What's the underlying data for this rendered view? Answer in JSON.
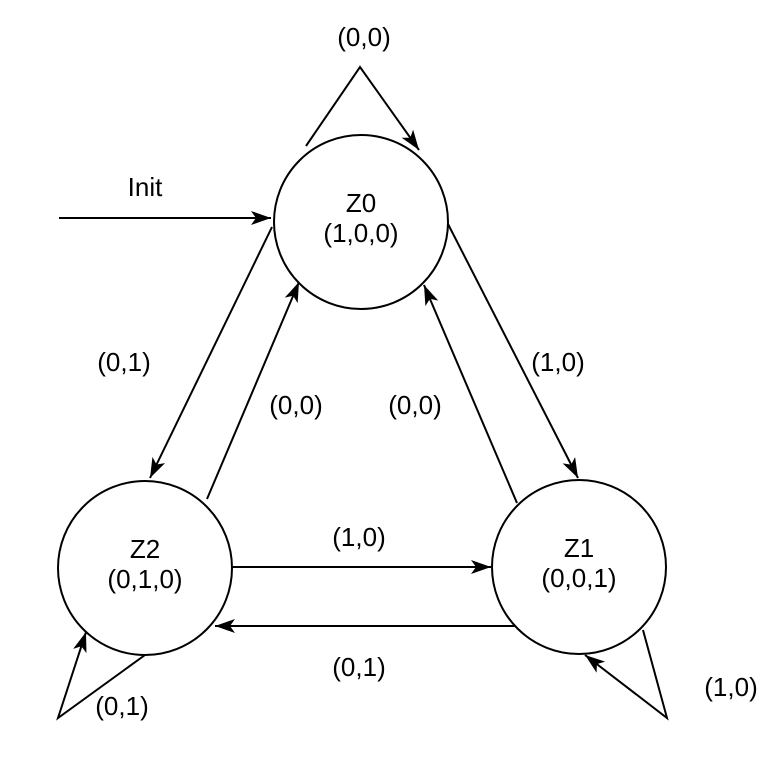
{
  "diagram": {
    "type": "state-machine",
    "background_color": "#ffffff",
    "stroke_color": "#000000",
    "text_color": "#000000",
    "states": {
      "z0": {
        "name": "Z0",
        "output": "(1,0,0)"
      },
      "z1": {
        "name": "Z1",
        "output": "(0,0,1)"
      },
      "z2": {
        "name": "Z2",
        "output": "(0,1,0)"
      }
    },
    "transitions": {
      "init": {
        "from": "start",
        "to": "Z0",
        "label": "Init"
      },
      "z0_self": {
        "from": "Z0",
        "to": "Z0",
        "label": "(0,0)"
      },
      "z0_z1": {
        "from": "Z0",
        "to": "Z1",
        "label": "(1,0)"
      },
      "z1_z0": {
        "from": "Z1",
        "to": "Z0",
        "label": "(0,0)"
      },
      "z0_z2": {
        "from": "Z0",
        "to": "Z2",
        "label": "(0,1)"
      },
      "z2_z0": {
        "from": "Z2",
        "to": "Z0",
        "label": "(0,0)"
      },
      "z2_z1": {
        "from": "Z2",
        "to": "Z1",
        "label": "(1,0)"
      },
      "z1_z2": {
        "from": "Z1",
        "to": "Z2",
        "label": "(0,1)"
      },
      "z2_self": {
        "from": "Z2",
        "to": "Z2",
        "label": "(0,1)"
      },
      "z1_self": {
        "from": "Z1",
        "to": "Z1",
        "label": "(1,0)"
      }
    }
  }
}
